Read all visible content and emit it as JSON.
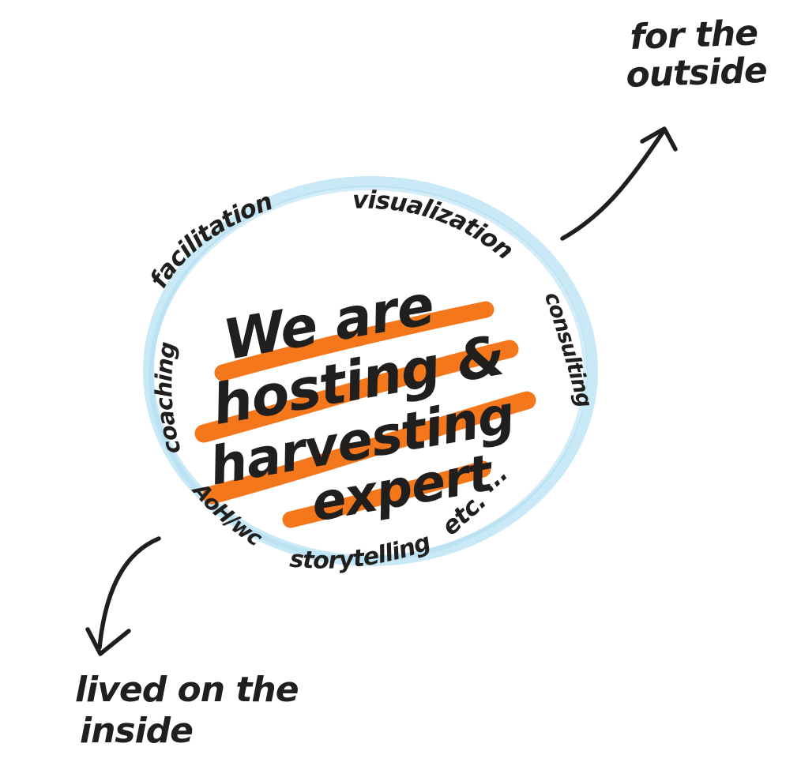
{
  "colors": {
    "ink": "#201f1d",
    "orange": "#f4771c",
    "ring_blue": "#c6e8f5",
    "ring_blue_dark": "#aeddf0",
    "paper": "#ffffff"
  },
  "center_statement": {
    "line1": "We are",
    "line2": "hosting &",
    "line3": "harvesting",
    "line4": "expert"
  },
  "ring_words": {
    "top_left": "facilitation",
    "top": "visualization",
    "left": "coaching",
    "right": "consulting",
    "bottom_left": "AoH/wc",
    "bottom": "storytelling",
    "bottom_right": "etc. ···"
  },
  "annotations": {
    "outside": {
      "line1": "for the",
      "line2": "outside"
    },
    "inside": {
      "line1": "lived on the",
      "line2": "inside"
    }
  }
}
